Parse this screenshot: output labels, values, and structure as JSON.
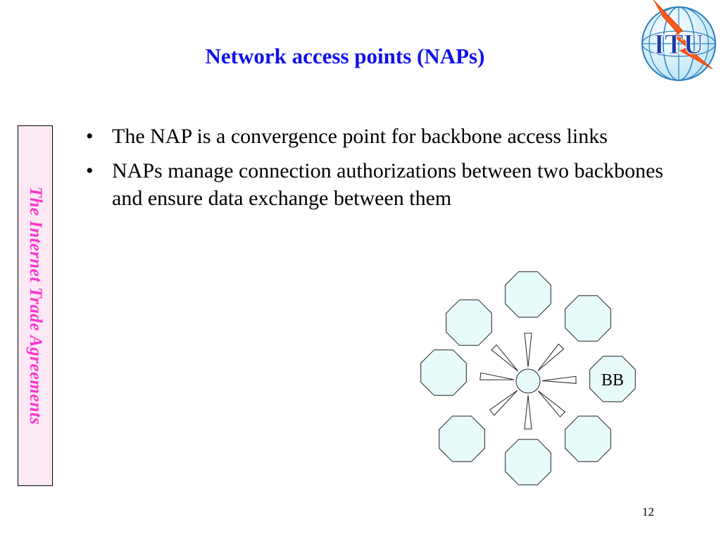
{
  "slide": {
    "title": "Network access points (NAPs)",
    "side_label": "The Internet Trade Agreements",
    "bullets": [
      "The NAP is a convergence point for backbone access links",
      "NAPs manage connection authorizations between two backbones and ensure data exchange between them"
    ],
    "bullet_symbol": "•",
    "page_number": "12"
  },
  "logo": {
    "text": "ITU",
    "icon": "itu-globe-logo"
  },
  "diagram": {
    "nodes": [
      {
        "id": "n1",
        "label": ""
      },
      {
        "id": "n2",
        "label": ""
      },
      {
        "id": "n3",
        "label": "BB"
      },
      {
        "id": "n4",
        "label": ""
      },
      {
        "id": "n5",
        "label": ""
      },
      {
        "id": "n6",
        "label": ""
      },
      {
        "id": "n7",
        "label": ""
      },
      {
        "id": "n8",
        "label": ""
      },
      {
        "id": "n9",
        "label": ""
      }
    ],
    "hub": {
      "id": "nap",
      "label": ""
    }
  },
  "colors": {
    "title": "#1010ee",
    "side_text": "#ff33cc",
    "side_bg": "#fde9f5",
    "node_fill": "#e8fbfb",
    "stroke": "#222222"
  }
}
